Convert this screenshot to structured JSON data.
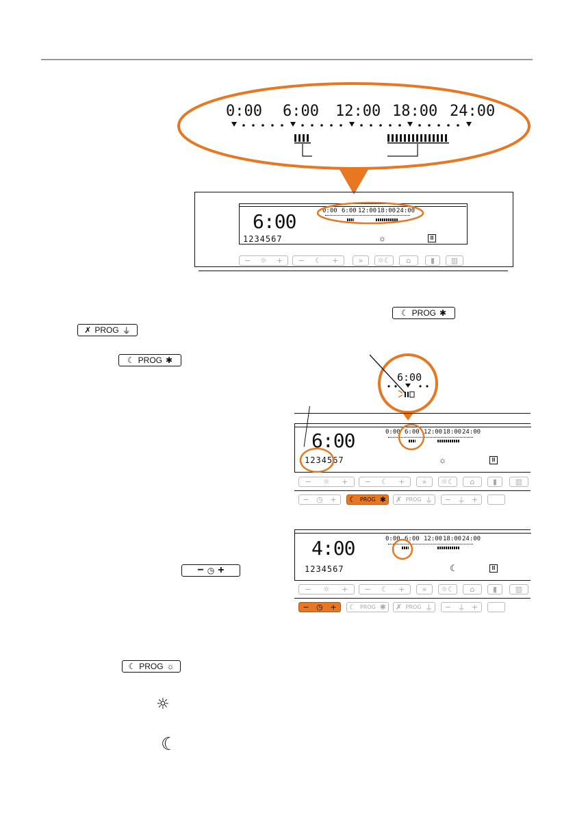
{
  "zoom": {
    "ticks": [
      "0:00",
      "6:00",
      "12:00",
      "18:00",
      "24:00"
    ]
  },
  "display1": {
    "time": "6:00",
    "ticks": [
      "0:00",
      "6:00",
      "12:00",
      "18:00",
      "24:00"
    ],
    "days": "1234567"
  },
  "display2": {
    "time": "6:00",
    "ticks": [
      "0:00",
      "6:00",
      "12:00",
      "18:00",
      "24:00"
    ],
    "days": "1234567",
    "callout_time": "6:00"
  },
  "display3": {
    "time": "4:00",
    "ticks": [
      "0:00",
      "6:00",
      "12:00",
      "18:00",
      "24:00"
    ],
    "days": "1234567"
  },
  "buttons": {
    "prog_label": "PROG"
  },
  "colors": {
    "accent": "#e87722",
    "accent_dark": "#b85510"
  },
  "icons": [
    "moon-icon",
    "sun-icon",
    "hot-water-icon",
    "clock-icon",
    "plus-icon",
    "minus-icon"
  ]
}
